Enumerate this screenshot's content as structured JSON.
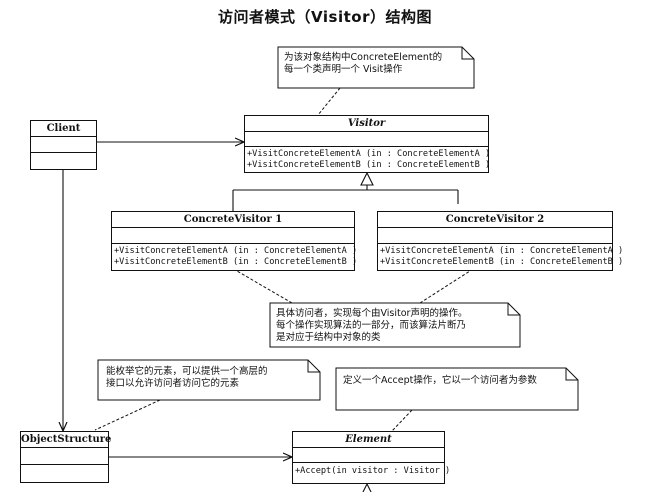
{
  "title": "访问者模式（Visitor）结构图",
  "classes": {
    "client": {
      "name": "Client"
    },
    "visitor": {
      "name": "Visitor",
      "ops": [
        "+VisitConcreteElementA (in  : ConcreteElementA )",
        "+VisitConcreteElementB (in  : ConcreteElementB )"
      ]
    },
    "concrete_visitor_1": {
      "name": "ConcreteVisitor 1",
      "ops": [
        "+VisitConcreteElementA (in  : ConcreteElementA )",
        "+VisitConcreteElementB (in  : ConcreteElementB )"
      ]
    },
    "concrete_visitor_2": {
      "name": "ConcreteVisitor 2",
      "ops": [
        "+VisitConcreteElementA (in  : ConcreteElementA )",
        "+VisitConcreteElementB (in  : ConcreteElementB )"
      ]
    },
    "object_structure": {
      "name": "ObjectStructure"
    },
    "element": {
      "name": "Element",
      "ops": [
        "+Accept(in visitor  : Visitor )"
      ]
    }
  },
  "notes": {
    "visitor_note": [
      "为该对象结构中ConcreteElement的",
      "每一个类声明一个 Visit操作"
    ],
    "concrete_visitor_note": [
      "具体访问者，实现每个由Visitor声明的操作。",
      "每个操作实现算法的一部分，而该算法片断乃",
      "是对应于结构中对象的类"
    ],
    "object_structure_note": [
      "能枚举它的元素，可以提供一个高层的",
      "接口以允许访问者访问它的元素"
    ],
    "element_note": [
      "定义一个Accept操作，它以一个访问者为参数"
    ]
  }
}
